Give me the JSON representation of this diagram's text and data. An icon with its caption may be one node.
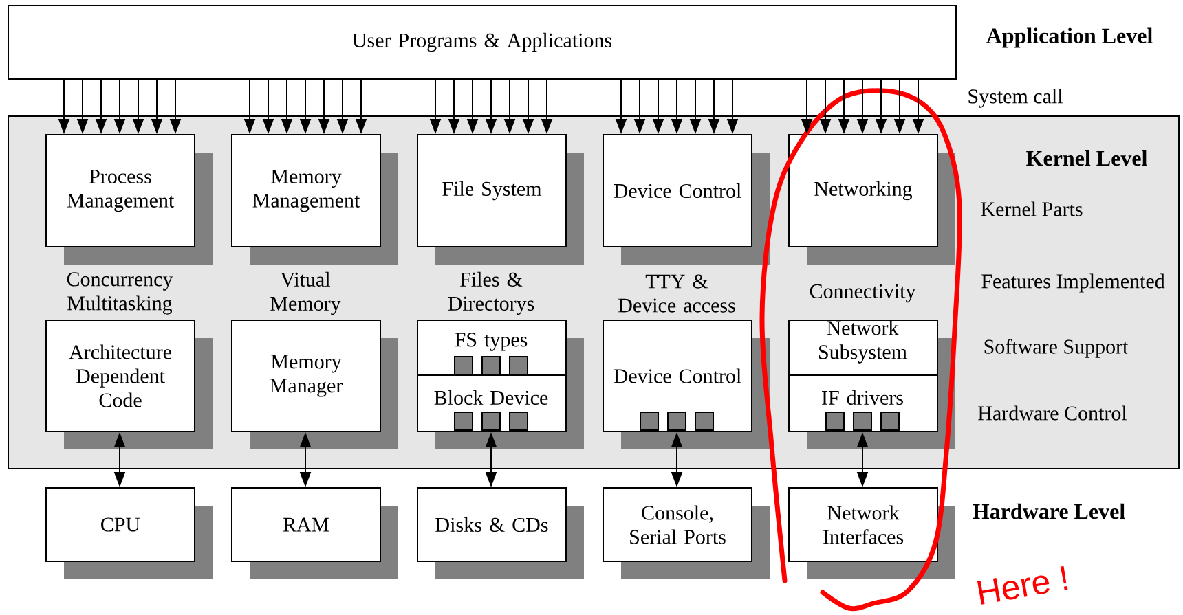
{
  "diagram": {
    "nodes": [
      {
        "text": [
          "User Programs & Applications"
        ]
      },
      {
        "text": [
          "Kernel Level"
        ]
      },
      {
        "text": [
          "Process Management"
        ],
        "in": 1,
        "beside": [
          "Concurrency Multitasking"
        ]
      },
      {
        "text": [
          "Memory Management"
        ],
        "in": 1,
        "beside": [
          "Vitual Memory"
        ]
      },
      {
        "text": [
          "File System"
        ],
        "in": 1,
        "beside": [
          "Files & Directorys"
        ]
      },
      {
        "text": [
          "Device Control"
        ],
        "in": 1,
        "beside": [
          "TTY & Device access"
        ]
      },
      {
        "text": [
          "Networking"
        ],
        "in": 1,
        "beside": [
          "Connectivity"
        ]
      },
      {
        "text": [
          "Architecture Dependent Code"
        ],
        "in": 1
      },
      {
        "text": [
          "Memory Manager"
        ],
        "in": 1
      },
      {
        "text": [
          "FS types",
          "Block Device"
        ],
        "in": 1
      },
      {
        "text": [
          "Device Control"
        ],
        "in": 1
      },
      {
        "text": [
          "Network Subsystem",
          "IF drivers"
        ],
        "in": 1
      },
      {
        "text": [
          "CPU"
        ]
      },
      {
        "text": [
          "RAM"
        ]
      },
      {
        "text": [
          "Disks & CDs"
        ]
      },
      {
        "text": [
          "Console, Serial Ports"
        ]
      },
      {
        "text": [
          "Network Interfaces"
        ]
      }
    ],
    "edges": [
      {
        "from": 0,
        "to": 2,
        "arrow": "to"
      },
      {
        "from": 0,
        "to": 2,
        "arrow": "to"
      },
      {
        "from": 0,
        "to": 2,
        "arrow": "to"
      },
      {
        "from": 0,
        "to": 2,
        "arrow": "to"
      },
      {
        "from": 0,
        "to": 2,
        "arrow": "to"
      },
      {
        "from": 0,
        "to": 2,
        "arrow": "to"
      },
      {
        "from": 0,
        "to": 2,
        "arrow": "to"
      },
      {
        "from": 0,
        "to": 3,
        "arrow": "to"
      },
      {
        "from": 0,
        "to": 3,
        "arrow": "to"
      },
      {
        "from": 0,
        "to": 3,
        "arrow": "to"
      },
      {
        "from": 0,
        "to": 3,
        "arrow": "to"
      },
      {
        "from": 0,
        "to": 3,
        "arrow": "to"
      },
      {
        "from": 0,
        "to": 3,
        "arrow": "to"
      },
      {
        "from": 0,
        "to": 3,
        "arrow": "to"
      },
      {
        "from": 0,
        "to": 4,
        "arrow": "to"
      },
      {
        "from": 0,
        "to": 4,
        "arrow": "to"
      },
      {
        "from": 0,
        "to": 4,
        "arrow": "to"
      },
      {
        "from": 0,
        "to": 4,
        "arrow": "to"
      },
      {
        "from": 0,
        "to": 4,
        "arrow": "to"
      },
      {
        "from": 0,
        "to": 4,
        "arrow": "to"
      },
      {
        "from": 0,
        "to": 4,
        "arrow": "to"
      },
      {
        "from": 0,
        "to": 5,
        "arrow": "to"
      },
      {
        "from": 0,
        "to": 5,
        "arrow": "to"
      },
      {
        "from": 0,
        "to": 5,
        "arrow": "to"
      },
      {
        "from": 0,
        "to": 5,
        "arrow": "to"
      },
      {
        "from": 0,
        "to": 5,
        "arrow": "to"
      },
      {
        "from": 0,
        "to": 5,
        "arrow": "to"
      },
      {
        "from": 0,
        "to": 5,
        "arrow": "to"
      },
      {
        "from": 0,
        "to": 6,
        "arrow": "to"
      },
      {
        "from": 0,
        "to": 6,
        "arrow": "to"
      },
      {
        "from": 0,
        "to": 6,
        "arrow": "to"
      },
      {
        "from": 0,
        "to": 6,
        "arrow": "to"
      },
      {
        "from": 0,
        "to": 6,
        "arrow": "to"
      },
      {
        "from": 0,
        "to": 6,
        "arrow": "to"
      },
      {
        "from": 0,
        "to": 6,
        "arrow": "to"
      },
      {
        "from": 7,
        "to": 12,
        "arrow": "both"
      },
      {
        "from": 8,
        "to": 13,
        "arrow": "both"
      },
      {
        "from": 9,
        "to": 14,
        "arrow": "both"
      },
      {
        "from": 10,
        "to": 15,
        "arrow": "both"
      },
      {
        "from": 11,
        "to": 16,
        "arrow": "both"
      }
    ],
    "labels": [
      "Application Level",
      "System call",
      "Kernel Parts",
      "Features Implemented",
      "Software Support",
      "Hardware Control",
      "Hardware Level",
      "Here !"
    ]
  }
}
